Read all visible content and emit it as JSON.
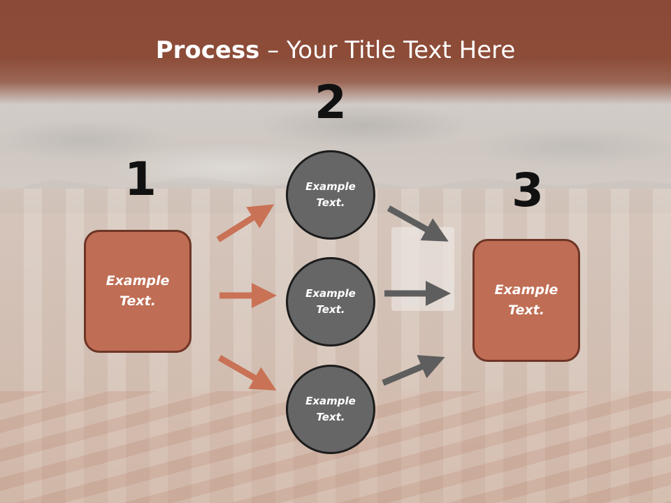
{
  "title": {
    "bold": "Process",
    "rest": " – Your Title Text Here"
  },
  "steps": {
    "one": "1",
    "two": "2",
    "three": "3"
  },
  "boxes": {
    "left": "Example\nText.",
    "right": "Example\nText."
  },
  "circles": {
    "top": "Example\nText.",
    "middle": "Example\nText.",
    "bottom": "Example\nText."
  },
  "colors": {
    "title_band": "#8c4c38",
    "box_fill": "#bf6d54",
    "box_border": "#6e3526",
    "circle_fill": "#666666",
    "circle_border": "#1c1c1c",
    "arrow_orange": "#c97256",
    "arrow_gray": "#5e5e5e"
  }
}
